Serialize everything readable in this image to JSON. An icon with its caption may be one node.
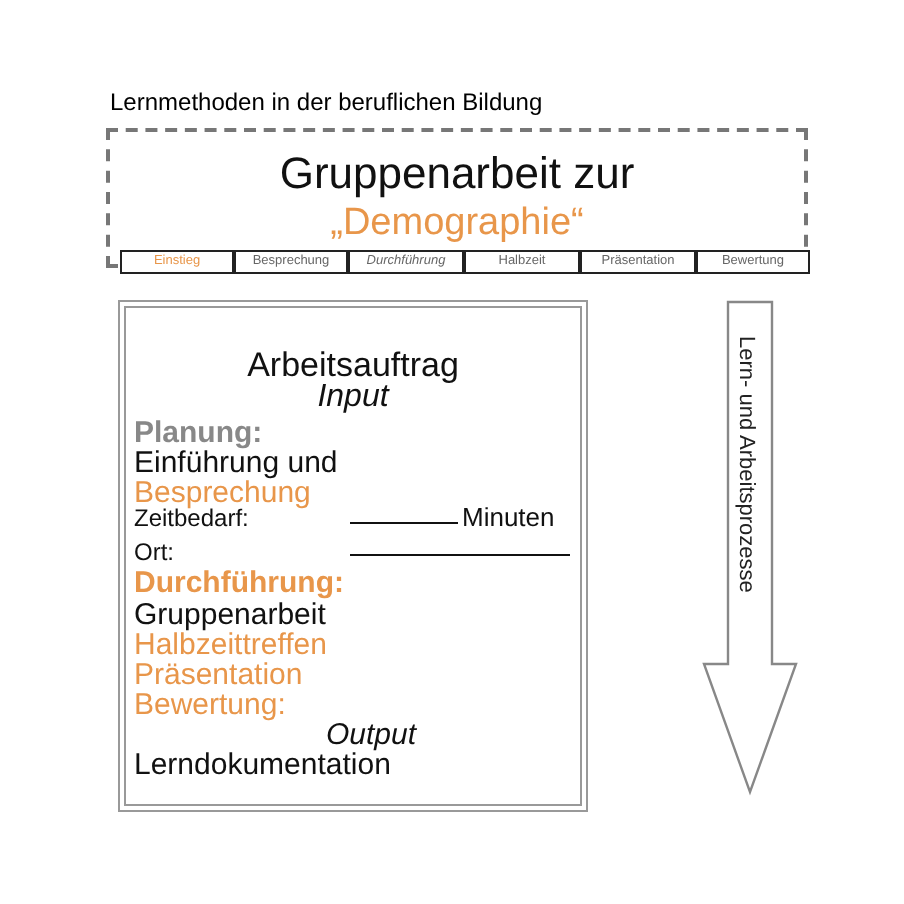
{
  "diagram": {
    "title": "Lernmethoden in der beruflichen Bildung",
    "nodes": [
      {
        "text": [
          "Gruppenarbeit zur",
          "„Demographie“"
        ]
      },
      {
        "text": [
          "Einstieg"
        ],
        "in": 0
      },
      {
        "text": [
          "Besprechung"
        ],
        "in": 0
      },
      {
        "text": [
          "Durchführung"
        ],
        "in": 0
      },
      {
        "text": [
          "Halbzeit"
        ],
        "in": 0
      },
      {
        "text": [
          "Präsentation"
        ],
        "in": 0
      },
      {
        "text": [
          "Bewertung"
        ],
        "in": 0
      },
      {
        "text": [
          "Arbeitsauftrag",
          "Input",
          "Planung:",
          "Einführung und",
          "Besprechung",
          "Zeitbedarf:",
          "Minuten",
          "Ort:",
          "Durchführung:",
          "Gruppenarbeit",
          "Halbzeittreffen",
          "Präsentation",
          "Bewertung:",
          "Output",
          "Lerndokumentation"
        ]
      },
      {
        "text": [
          "Lern- und Arbeitsprozesse"
        ]
      }
    ],
    "edges": []
  }
}
